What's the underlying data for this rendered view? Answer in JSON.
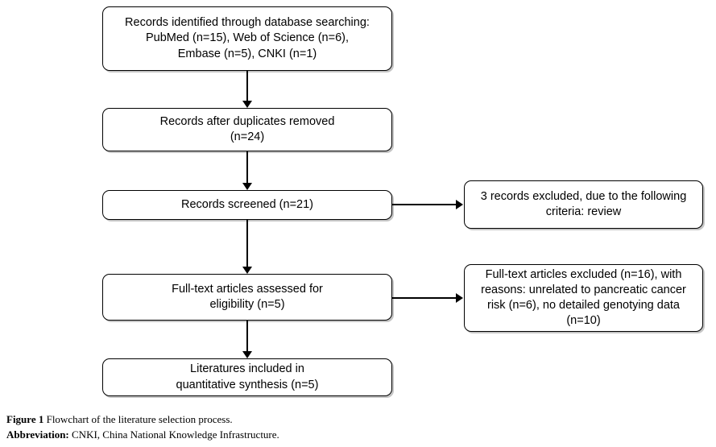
{
  "figure": {
    "nodes": {
      "identified": "Records identified through database searching:\nPubMed (n=15), Web of Science (n=6),\nEmbase (n=5), CNKI (n=1)",
      "duplicates": "Records after duplicates removed\n(n=24)",
      "screened": "Records screened (n=21)",
      "fulltext": "Full-text articles assessed for\neligibility (n=5)",
      "included": "Literatures included in\nquantitative synthesis (n=5)",
      "excluded_screened": "3 records excluded, due to the following criteria: review",
      "excluded_fulltext": "Full-text articles excluded (n=16), with reasons: unrelated to pancreatic cancer risk (n=6), no detailed genotying data (n=10)"
    },
    "caption": {
      "figure_label": "Figure 1",
      "figure_text": " Flowchart of the literature selection process.",
      "abbreviation_label": "Abbreviation:",
      "abbreviation_text": " CNKI, China National Knowledge Infrastructure."
    },
    "colors": {
      "line": "#000000",
      "box_fill": "#ffffff",
      "shadow": "#969696",
      "text": "#000000",
      "background": "#ffffff"
    }
  }
}
